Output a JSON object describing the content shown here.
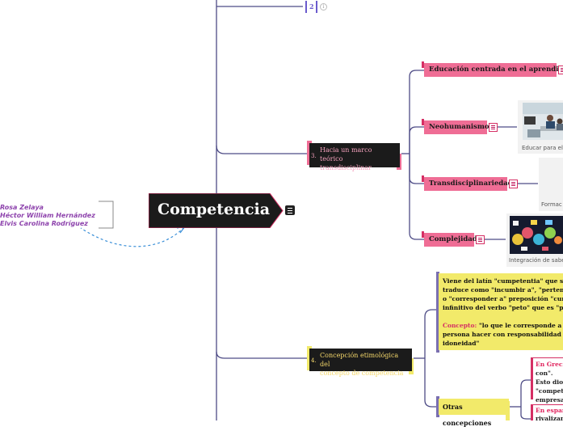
{
  "root": {
    "title": "Competencia"
  },
  "authors": [
    "Rosa Zelaya",
    "Héctor William Hernández",
    "Elvis Carolina Rodríguez"
  ],
  "top_node": {
    "number": "2",
    "info": "i"
  },
  "node3": {
    "number": "3.",
    "title_line1": "Hacia un marco",
    "title_line2": "teórico transdisciplinar"
  },
  "node3_children": [
    {
      "label": "Educación centrada en el aprendizaje."
    },
    {
      "label": "Neohumanismo.",
      "caption": "Educar para el"
    },
    {
      "label": "Transdisciplinariedad.",
      "caption": "Formac"
    },
    {
      "label": "Complejidad",
      "caption": "Integración de sabe"
    }
  ],
  "node4": {
    "number": "4.",
    "title_line1": "Concepción etimológica del",
    "title_line2": "concepto de competencia"
  },
  "etymology": {
    "line1": "Viene del latín \"cumpetentia\" que se",
    "line2": "traduce como \"incumbir a\", \"pertene",
    "line3": "o \"corresponder a\" preposición \"cum",
    "line4": "infinitivo del verbo \"peto\" que es \"pe",
    "concept_label": "Concepto:",
    "concept_line1": " \"lo que le corresponde a un",
    "concept_line2": "persona hacer con responsabilidad e",
    "concept_line3": "idoneidad\""
  },
  "otras": {
    "label": "Otras concepciones"
  },
  "greece": {
    "line1_red": "En Grecia",
    "line2": "con\".",
    "line3": "Esto dio o",
    "line4": "\"competi",
    "line5": "empresas"
  },
  "spain": {
    "line1_red": "En españo",
    "line2": "rivalizar"
  },
  "colors": {
    "pink": "#ef6d95",
    "magenta": "#d52f64",
    "yellow": "#f2ea6a",
    "dark": "#1b1b1b",
    "line": "#4e4c86"
  }
}
